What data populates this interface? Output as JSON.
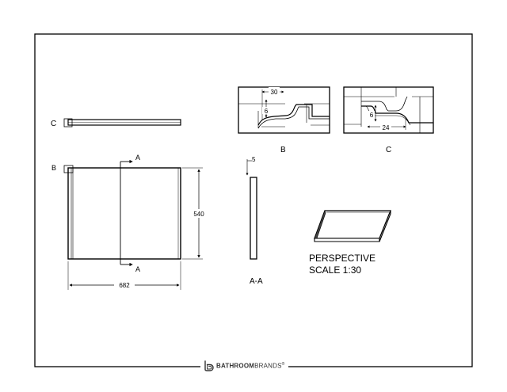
{
  "detail_views": {
    "b": {
      "label": "B",
      "dim_width": "30",
      "dim_height": "6"
    },
    "c": {
      "label": "C",
      "dim_width": "24",
      "dim_height": "6"
    }
  },
  "front_view": {
    "callout_c": "C",
    "callout_b": "B",
    "section_top": "A",
    "section_bottom": "A",
    "dim_height": "540",
    "dim_width": "682"
  },
  "section_view": {
    "label": "A-A",
    "dim_thickness": "5"
  },
  "perspective": {
    "title": "PERSPECTIVE",
    "scale": "SCALE 1:30"
  },
  "footer": {
    "brand_bold": "BATHROOM",
    "brand_light": "BRANDS",
    "trademark": "®"
  },
  "colors": {
    "line": "#000000",
    "brand": "#333333"
  }
}
